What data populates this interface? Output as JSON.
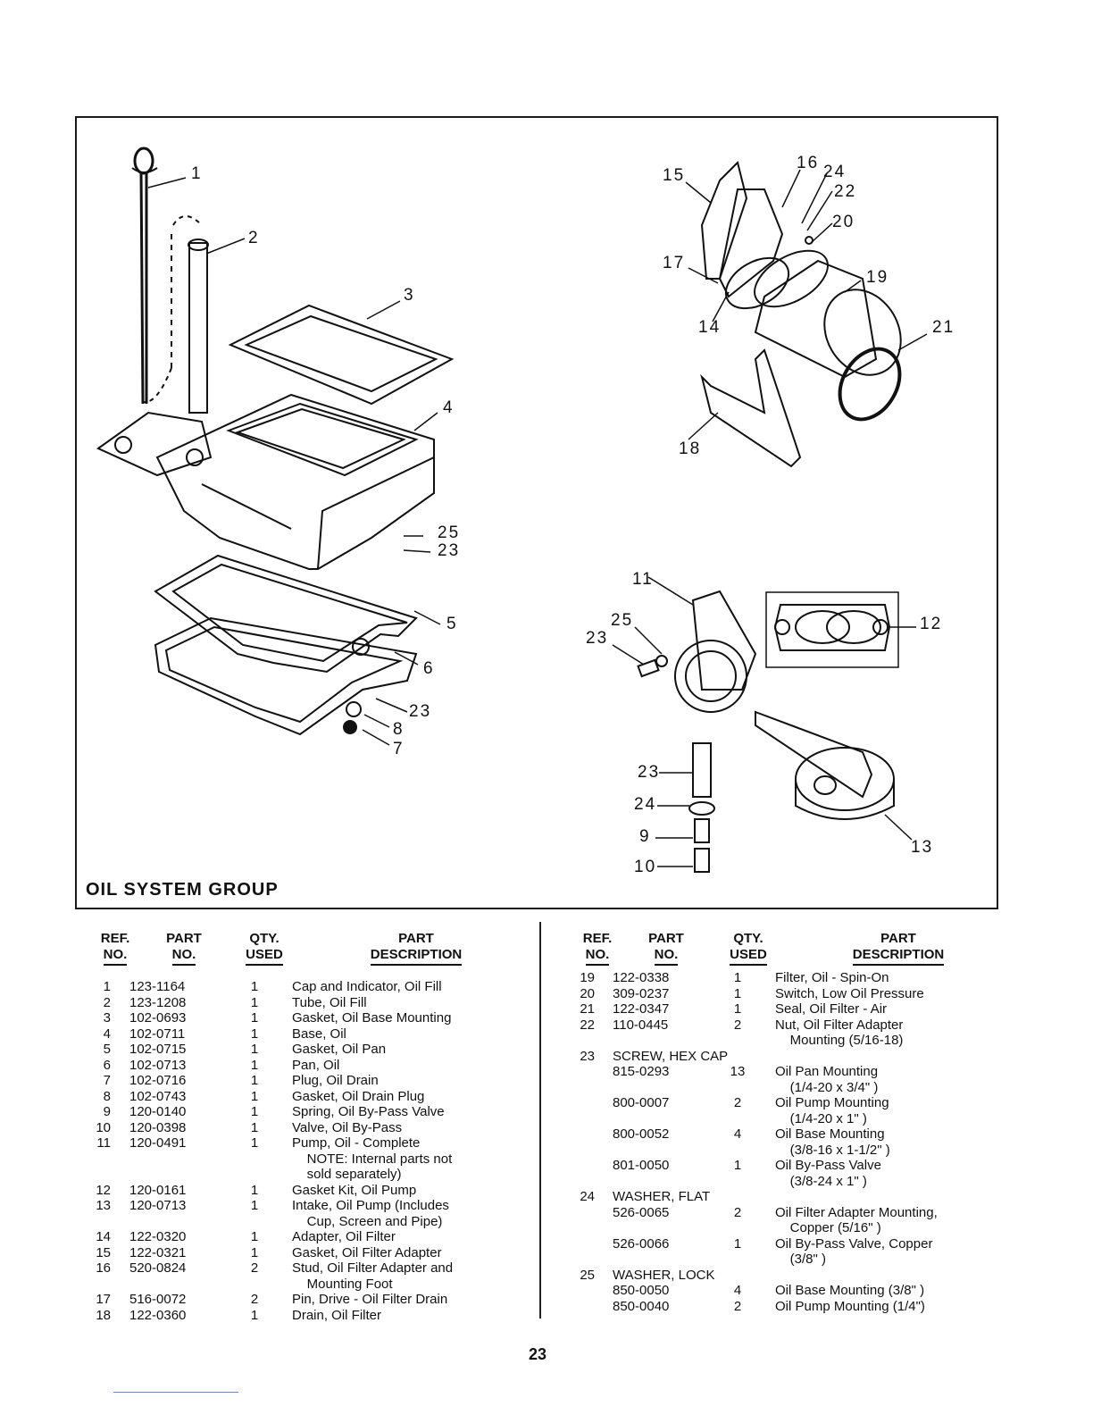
{
  "figure": {
    "title": "OIL SYSTEM GROUP",
    "callouts": [
      "1",
      "2",
      "3",
      "4",
      "25",
      "23",
      "5",
      "6",
      "23",
      "8",
      "7",
      "15",
      "16",
      "24",
      "22",
      "20",
      "17",
      "19",
      "14",
      "21",
      "18",
      "11",
      "25",
      "23",
      "12",
      "23",
      "24",
      "9",
      "10",
      "13"
    ]
  },
  "table_headers": {
    "ref": [
      "REF.",
      "NO."
    ],
    "part": [
      "PART",
      "NO."
    ],
    "qty": [
      "QTY.",
      "USED"
    ],
    "desc": [
      "PART",
      "DESCRIPTION"
    ]
  },
  "left_rows": [
    {
      "ref": "1",
      "part": "123-1164",
      "qty": "1",
      "desc": "Cap and Indicator, Oil Fill"
    },
    {
      "ref": "2",
      "part": "123-1208",
      "qty": "1",
      "desc": "Tube, Oil Fill"
    },
    {
      "ref": "3",
      "part": "102-0693",
      "qty": "1",
      "desc": "Gasket, Oil Base Mounting"
    },
    {
      "ref": "4",
      "part": "102-0711",
      "qty": "1",
      "desc": "Base, Oil"
    },
    {
      "ref": "5",
      "part": "102-0715",
      "qty": "1",
      "desc": "Gasket, Oil Pan"
    },
    {
      "ref": "6",
      "part": "102-0713",
      "qty": "1",
      "desc": "Pan, Oil"
    },
    {
      "ref": "7",
      "part": "102-0716",
      "qty": "1",
      "desc": "Plug, Oil Drain"
    },
    {
      "ref": "8",
      "part": "102-0743",
      "qty": "1",
      "desc": "Gasket, Oil Drain Plug"
    },
    {
      "ref": "9",
      "part": "120-0140",
      "qty": "1",
      "desc": "Spring, Oil By-Pass Valve"
    },
    {
      "ref": "10",
      "part": "120-0398",
      "qty": "1",
      "desc": "Valve, Oil By-Pass"
    },
    {
      "ref": "11",
      "part": "120-0491",
      "qty": "1",
      "desc": "Pump, Oil - Complete"
    },
    {
      "ref": "",
      "part": "",
      "qty": "",
      "desc": "    NOTE: Internal parts not"
    },
    {
      "ref": "",
      "part": "",
      "qty": "",
      "desc": "    sold separately)"
    },
    {
      "ref": "12",
      "part": "120-0161",
      "qty": "1",
      "desc": "Gasket Kit, Oil Pump"
    },
    {
      "ref": "13",
      "part": "120-0713",
      "qty": "1",
      "desc": "Intake, Oil Pump (Includes"
    },
    {
      "ref": "",
      "part": "",
      "qty": "",
      "desc": "    Cup, Screen and Pipe)"
    },
    {
      "ref": "14",
      "part": "122-0320",
      "qty": "1",
      "desc": "Adapter, Oil Filter"
    },
    {
      "ref": "15",
      "part": "122-0321",
      "qty": "1",
      "desc": "Gasket, Oil Filter Adapter"
    },
    {
      "ref": "16",
      "part": "520-0824",
      "qty": "2",
      "desc": "Stud, Oil Filter Adapter and"
    },
    {
      "ref": "",
      "part": "",
      "qty": "",
      "desc": "    Mounting Foot"
    },
    {
      "ref": "17",
      "part": "516-0072",
      "qty": "2",
      "desc": "Pin, Drive - Oil Filter Drain"
    },
    {
      "ref": "18",
      "part": "122-0360",
      "qty": "1",
      "desc": "Drain, Oil Filter"
    }
  ],
  "right_rows": [
    {
      "ref": "19",
      "part": "122-0338",
      "qty": "1",
      "desc": "Filter, Oil - Spin-On"
    },
    {
      "ref": "20",
      "part": "309-0237",
      "qty": "1",
      "desc": "Switch, Low Oil Pressure"
    },
    {
      "ref": "21",
      "part": "122-0347",
      "qty": "1",
      "desc": "Seal, Oil Filter - Air"
    },
    {
      "ref": "22",
      "part": "110-0445",
      "qty": "2",
      "desc": "Nut, Oil Filter Adapter"
    },
    {
      "ref": "",
      "part": "",
      "qty": "",
      "desc": "    Mounting (5/16-18)"
    },
    {
      "ref": "23",
      "part": "SCREW, HEX CAP",
      "qty": "",
      "desc": ""
    },
    {
      "ref": "",
      "part": "815-0293",
      "qty": "13",
      "desc": "Oil Pan Mounting"
    },
    {
      "ref": "",
      "part": "",
      "qty": "",
      "desc": "    (1/4-20 x 3/4\" )"
    },
    {
      "ref": "",
      "part": "800-0007",
      "qty": "2",
      "desc": "Oil Pump Mounting"
    },
    {
      "ref": "",
      "part": "",
      "qty": "",
      "desc": "    (1/4-20 x 1\" )"
    },
    {
      "ref": "",
      "part": "800-0052",
      "qty": "4",
      "desc": "Oil Base Mounting"
    },
    {
      "ref": "",
      "part": "",
      "qty": "",
      "desc": "    (3/8-16 x 1-1/2\" )"
    },
    {
      "ref": "",
      "part": "801-0050",
      "qty": "1",
      "desc": "Oil By-Pass Valve"
    },
    {
      "ref": "",
      "part": "",
      "qty": "",
      "desc": "    (3/8-24 x 1\" )"
    },
    {
      "ref": "24",
      "part": "WASHER, FLAT",
      "qty": "",
      "desc": ""
    },
    {
      "ref": "",
      "part": "526-0065",
      "qty": "2",
      "desc": "Oil Filter Adapter Mounting,"
    },
    {
      "ref": "",
      "part": "",
      "qty": "",
      "desc": "    Copper (5/16\" )"
    },
    {
      "ref": "",
      "part": "526-0066",
      "qty": "1",
      "desc": "Oil By-Pass Valve, Copper"
    },
    {
      "ref": "",
      "part": "",
      "qty": "",
      "desc": "    (3/8\" )"
    },
    {
      "ref": "25",
      "part": "WASHER, LOCK",
      "qty": "",
      "desc": ""
    },
    {
      "ref": "",
      "part": "850-0050",
      "qty": "4",
      "desc": "Oil Base Mounting (3/8\" )"
    },
    {
      "ref": "",
      "part": "850-0040",
      "qty": "2",
      "desc": "Oil Pump Mounting (1/4\")"
    }
  ],
  "page_number": "23"
}
